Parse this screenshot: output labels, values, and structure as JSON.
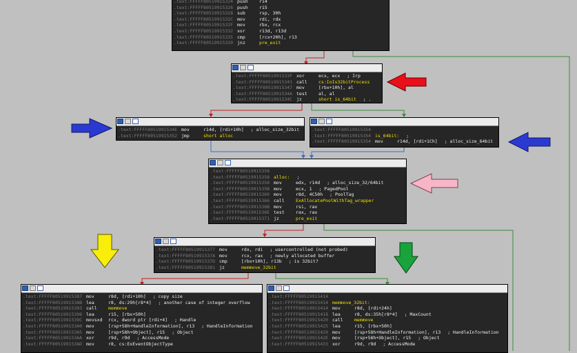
{
  "colors": {
    "background": "#c0c0c0",
    "node_bg": "#262626",
    "edge_true": "#3a8a3a",
    "edge_false": "#c02020",
    "edge_jump": "#3a6ad8",
    "arrow_red": "#e8101a",
    "arrow_blue": "#2a3ad0",
    "arrow_pink": "#f7b6c8",
    "arrow_yellow": "#f8ee0a",
    "arrow_green": "#18a43a"
  },
  "nodes": [
    {
      "id": "block-prologue",
      "lines": [
        {
          "addr": ".text:FFFFF80519915324",
          "mnem": "push",
          "ops": "r14",
          "cmt": ""
        },
        {
          "addr": ".text:FFFFF80519915326",
          "mnem": "push",
          "ops": "r15",
          "cmt": ""
        },
        {
          "addr": ".text:FFFFF80519915328",
          "mnem": "sub",
          "ops": "rsp, 30h",
          "cmt": ""
        },
        {
          "addr": ".text:FFFFF8051991532C",
          "mnem": "mov",
          "ops": "rdi, rdx",
          "cmt": ""
        },
        {
          "addr": ".text:FFFFF8051991532F",
          "mnem": "mov",
          "ops": "rbx, rcx",
          "cmt": ""
        },
        {
          "addr": ".text:FFFFF80519915332",
          "mnem": "xor",
          "ops": "r13d, r13d",
          "cmt": ""
        },
        {
          "addr": ".text:FFFFF80519915335",
          "mnem": "cmp",
          "ops": "[rcx+20h], r13",
          "cmt": ""
        },
        {
          "addr": ".text:FFFFF80519915339",
          "mnem": "jnz",
          "ops": "pre_exit",
          "cmt": ""
        }
      ]
    },
    {
      "id": "block-is32bit",
      "lines": [
        {
          "addr": ".text:FFFFF8051991533F",
          "mnem": "xor",
          "ops": "ecx, ecx",
          "cmt": "; Irp"
        },
        {
          "addr": ".text:FFFFF80519915341",
          "mnem": "call",
          "ops": "cs:IoIs32bitProcess",
          "cmt": ""
        },
        {
          "addr": ".text:FFFFF80519915347",
          "mnem": "mov",
          "ops": "[rbx+10h], al",
          "cmt": ""
        },
        {
          "addr": ".text:FFFFF8051991534A",
          "mnem": "test",
          "ops": "al, al",
          "cmt": ""
        },
        {
          "addr": ".text:FFFFF8051991534C",
          "mnem": "jz",
          "ops": "short is_64bit",
          "cmt": "; ."
        }
      ]
    },
    {
      "id": "block-32bit",
      "lines": [
        {
          "addr": ".text:FFFFF8051991534E",
          "mnem": "mov",
          "ops": "r14d, [rdi+10h]",
          "cmt": "; alloc_size_32bit"
        },
        {
          "addr": ".text:FFFFF80519915352",
          "mnem": "jmp",
          "ops": "short alloc",
          "cmt": ""
        }
      ]
    },
    {
      "id": "block-64bit",
      "lines": [
        {
          "addr": ".text:FFFFF80519915354",
          "mnem": "",
          "ops": "",
          "cmt": ""
        },
        {
          "addr": ".text:FFFFF80519915354",
          "mnem": "is_64bit:",
          "ops": "",
          "cmt": ";"
        },
        {
          "addr": ".text:FFFFF80519915354",
          "mnem": "mov",
          "ops": "r14d, [rdi+1Ch]",
          "cmt": "; alloc_size_64bit"
        }
      ]
    },
    {
      "id": "block-alloc",
      "lines": [
        {
          "addr": ".text:FFFFF80519915358",
          "mnem": "",
          "ops": "",
          "cmt": ""
        },
        {
          "addr": ".text:FFFFF80519915358",
          "mnem": "alloc:",
          "ops": "",
          "cmt": ";"
        },
        {
          "addr": ".text:FFFFF80519915358",
          "mnem": "mov",
          "ops": "edx, r14d",
          "cmt": "; alloc_size_32/64bit"
        },
        {
          "addr": ".text:FFFFF8051991535B",
          "mnem": "mov",
          "ops": "ecx, 1",
          "cmt": "; PagedPool"
        },
        {
          "addr": ".text:FFFFF80519915360",
          "mnem": "mov",
          "ops": "r8d, 4C50h",
          "cmt": "; PoolTag"
        },
        {
          "addr": ".text:FFFFF80519915366",
          "mnem": "call",
          "ops": "ExAllocatePoolWithTag_wrapper",
          "cmt": ""
        },
        {
          "addr": ".text:FFFFF8051991536B",
          "mnem": "mov",
          "ops": "rsi, rax",
          "cmt": ""
        },
        {
          "addr": ".text:FFFFF8051991536E",
          "mnem": "test",
          "ops": "rax, rax",
          "cmt": ""
        },
        {
          "addr": ".text:FFFFF80519915371",
          "mnem": "jz",
          "ops": "pre_exit",
          "cmt": ""
        }
      ]
    },
    {
      "id": "block-check",
      "lines": [
        {
          "addr": ".text:FFFFF80519915377",
          "mnem": "mov",
          "ops": "rdx, rdi",
          "cmt": "; usercontrolled (not probed)"
        },
        {
          "addr": ".text:FFFFF8051991537A",
          "mnem": "mov",
          "ops": "rcx, rax",
          "cmt": "; newly allocated buffer"
        },
        {
          "addr": ".text:FFFFF8051991537D",
          "mnem": "cmp",
          "ops": "[rbx+10h], r13b",
          "cmt": "; is 32bit?"
        },
        {
          "addr": ".text:FFFFF80519915381",
          "mnem": "jz",
          "ops": "memmove_32bit",
          "cmt": ""
        }
      ]
    },
    {
      "id": "block-copy64",
      "lines": [
        {
          "addr": ".text:FFFFF80519915387",
          "mnem": "mov",
          "ops": "r8d, [rdi+10h]",
          "cmt": "; copy size"
        },
        {
          "addr": ".text:FFFFF8051991538B",
          "mnem": "lea",
          "ops": "r8, ds:29h[r8*4]",
          "cmt": "; another case of integer overflow"
        },
        {
          "addr": ".text:FFFFF80519915393",
          "mnem": "call",
          "ops": "memmove",
          "cmt": ""
        },
        {
          "addr": ".text:FFFFF80519915398",
          "mnem": "lea",
          "ops": "r15, [rbx+50h]",
          "cmt": ""
        },
        {
          "addr": ".text:FFFFF8051991539C",
          "mnem": "movsxd",
          "ops": "rcx, dword ptr [rdi+4]",
          "cmt": "; Handle"
        },
        {
          "addr": ".text:FFFFF805199153A0",
          "mnem": "mov",
          "ops": "[rsp+58h+HandleInformation], r13",
          "cmt": "; HandleInformation"
        },
        {
          "addr": ".text:FFFFF805199153A5",
          "mnem": "mov",
          "ops": "[rsp+58h+Object], r15",
          "cmt": "; Object"
        },
        {
          "addr": ".text:FFFFF805199153AA",
          "mnem": "xor",
          "ops": "r9d, r9d",
          "cmt": "; AccessMode"
        },
        {
          "addr": ".text:FFFFF805199153AD",
          "mnem": "mov",
          "ops": "r8, cs:ExEventObjectType",
          "cmt": ""
        }
      ]
    },
    {
      "id": "block-copy32",
      "lines": [
        {
          "addr": ".text:FFFFF80519915414",
          "mnem": "",
          "ops": "",
          "cmt": ""
        },
        {
          "addr": ".text:FFFFF80519915414",
          "mnem": "memmove_32bit:",
          "ops": "",
          "cmt": ""
        },
        {
          "addr": ".text:FFFFF80519915414",
          "mnem": "mov",
          "ops": "r8d, [rdi+24h]",
          "cmt": ""
        },
        {
          "addr": ".text:FFFFF80519915418",
          "mnem": "lea",
          "ops": "r8, ds:35h[r8*4]",
          "cmt": "; MaxCount"
        },
        {
          "addr": ".text:FFFFF80519915420",
          "mnem": "call",
          "ops": "memmove",
          "cmt": ""
        },
        {
          "addr": ".text:FFFFF80519915425",
          "mnem": "lea",
          "ops": "r15, [rbx+50h]",
          "cmt": ""
        },
        {
          "addr": ".text:FFFFF80519915429",
          "mnem": "mov",
          "ops": "[rsp+58h+HandleInformation], r13",
          "cmt": "; HandleInformation"
        },
        {
          "addr": ".text:FFFFF8051991542E",
          "mnem": "mov",
          "ops": "[rsp+58h+Object], r15",
          "cmt": "; Object"
        },
        {
          "addr": ".text:FFFFF80519915433",
          "mnem": "xor",
          "ops": "r9d, r9d",
          "cmt": "; AccessMode"
        }
      ]
    }
  ]
}
